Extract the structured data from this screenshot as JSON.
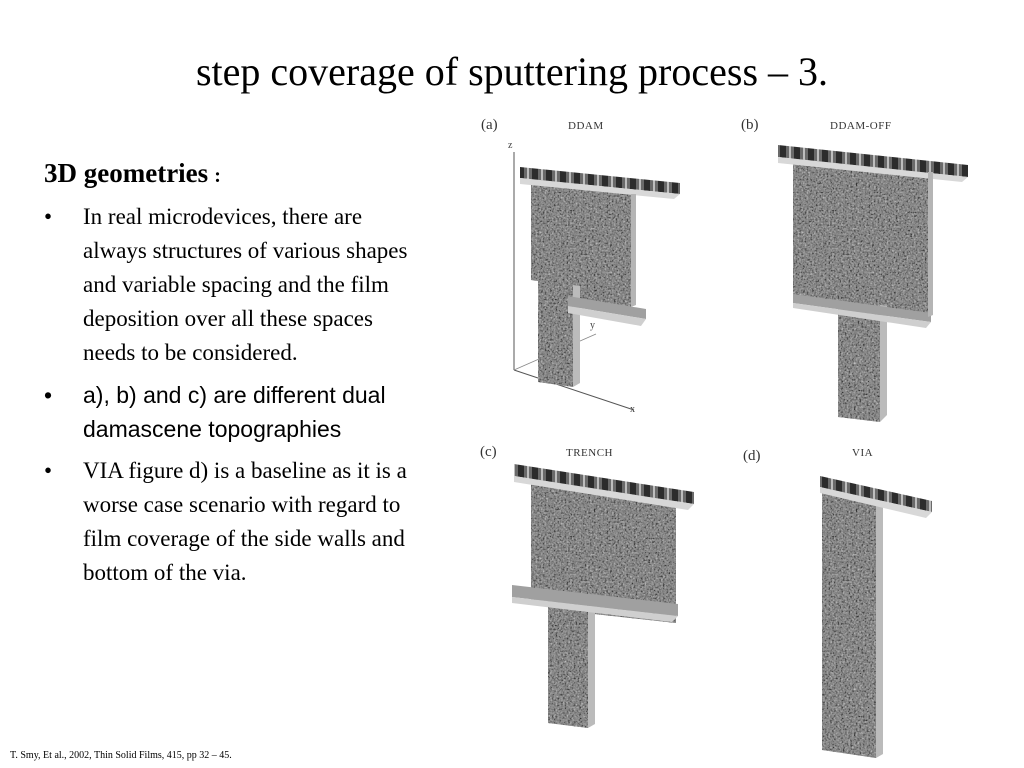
{
  "slide": {
    "title": "step coverage of sputtering process – 3.",
    "subheading": "3D geometries",
    "subheading_suffix": ":",
    "bullets": [
      {
        "marker": "•",
        "text": "In real microdevices, there are always structures of various shapes and variable spacing and the film deposition over all these spaces needs to be considered."
      },
      {
        "marker": "•",
        "text": "a), b) and c) are different dual damascene topographies"
      },
      {
        "marker": "•",
        "text": "VIA figure d) is a baseline as it is a worse case scenario with regard to film coverage of the side walls and bottom of the via."
      }
    ],
    "citation": "T. Smy, Et al., 2002, Thin Solid Films, 415, pp 32 – 45."
  },
  "figure": {
    "panels": [
      {
        "label": "(a)",
        "name": "DDAM",
        "axes": {
          "z": "z",
          "y": "y",
          "x": "x"
        }
      },
      {
        "label": "(b)",
        "name": "DDAM-OFF"
      },
      {
        "label": "(c)",
        "name": "TRENCH"
      },
      {
        "label": "(d)",
        "name": "VIA"
      }
    ]
  }
}
